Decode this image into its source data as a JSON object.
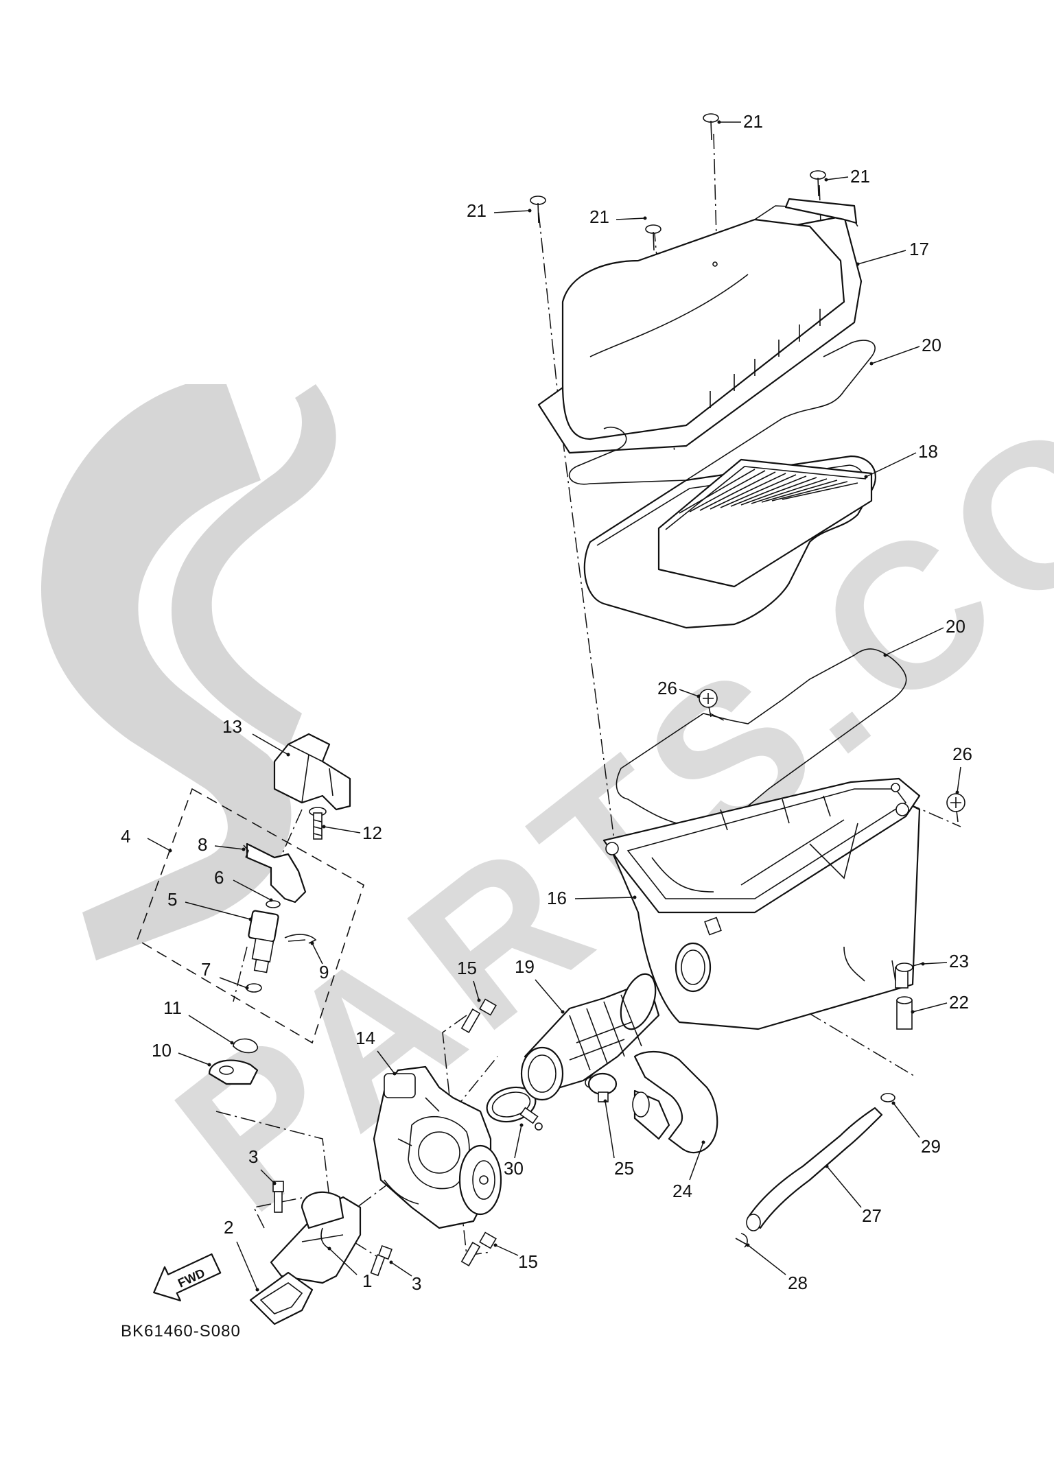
{
  "diagram": {
    "code": "BK61460-S080",
    "fwd_label": "FWD",
    "watermark": "PARTS.COM",
    "colors": {
      "line": "#111111",
      "watermark": "#cfcfcf",
      "background": "#ffffff"
    },
    "callouts": [
      {
        "id": "c1",
        "num": "1"
      },
      {
        "id": "c2",
        "num": "2"
      },
      {
        "id": "c3a",
        "num": "3"
      },
      {
        "id": "c3b",
        "num": "3"
      },
      {
        "id": "c4",
        "num": "4"
      },
      {
        "id": "c5",
        "num": "5"
      },
      {
        "id": "c6",
        "num": "6"
      },
      {
        "id": "c7",
        "num": "7"
      },
      {
        "id": "c8",
        "num": "8"
      },
      {
        "id": "c9",
        "num": "9"
      },
      {
        "id": "c10",
        "num": "10"
      },
      {
        "id": "c11",
        "num": "11"
      },
      {
        "id": "c12",
        "num": "12"
      },
      {
        "id": "c13",
        "num": "13"
      },
      {
        "id": "c14",
        "num": "14"
      },
      {
        "id": "c15a",
        "num": "15"
      },
      {
        "id": "c15b",
        "num": "15"
      },
      {
        "id": "c16",
        "num": "16"
      },
      {
        "id": "c17",
        "num": "17"
      },
      {
        "id": "c18",
        "num": "18"
      },
      {
        "id": "c19",
        "num": "19"
      },
      {
        "id": "c20a",
        "num": "20"
      },
      {
        "id": "c20b",
        "num": "20"
      },
      {
        "id": "c21a",
        "num": "21"
      },
      {
        "id": "c21b",
        "num": "21"
      },
      {
        "id": "c21c",
        "num": "21"
      },
      {
        "id": "c21d",
        "num": "21"
      },
      {
        "id": "c22",
        "num": "22"
      },
      {
        "id": "c23",
        "num": "23"
      },
      {
        "id": "c24",
        "num": "24"
      },
      {
        "id": "c25",
        "num": "25"
      },
      {
        "id": "c26a",
        "num": "26"
      },
      {
        "id": "c26b",
        "num": "26"
      },
      {
        "id": "c27",
        "num": "27"
      },
      {
        "id": "c28",
        "num": "28"
      },
      {
        "id": "c29",
        "num": "29"
      },
      {
        "id": "c30",
        "num": "30"
      }
    ]
  }
}
